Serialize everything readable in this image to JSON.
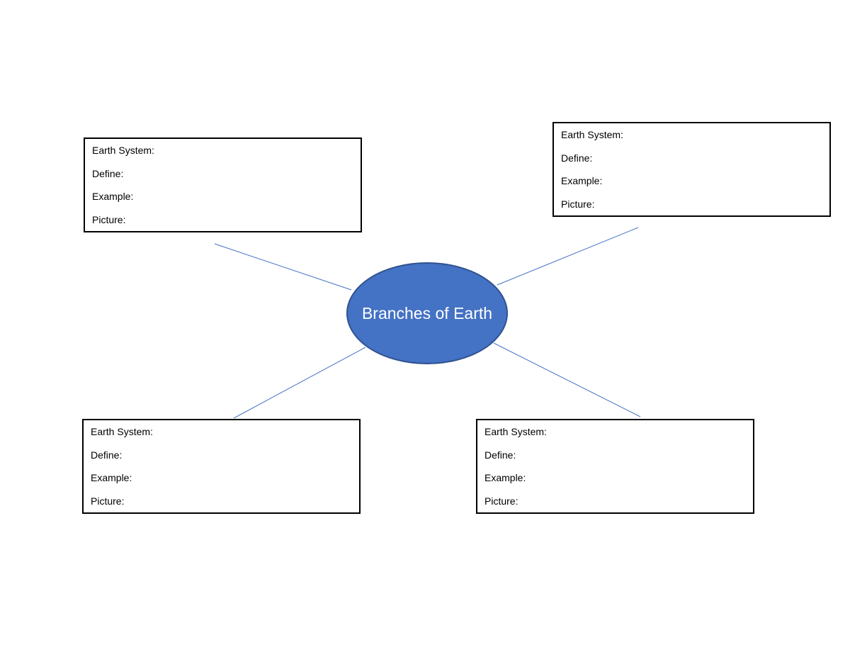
{
  "colors": {
    "center_fill": "#4472c4",
    "center_border": "#2f528f",
    "connector": "#4472c4"
  },
  "center": {
    "label": "Branches of Earth"
  },
  "boxes": {
    "top_left": {
      "earth_system": "Earth System:",
      "define": "Define:",
      "example": "Example:",
      "picture": "Picture:"
    },
    "top_right": {
      "earth_system": "Earth System:",
      "define": "Define:",
      "example": "Example:",
      "picture": "Picture:"
    },
    "bottom_left": {
      "earth_system": "Earth System:",
      "define": "Define:",
      "example": "Example:",
      "picture": "Picture:"
    },
    "bottom_right": {
      "earth_system": "Earth System:",
      "define": "Define:",
      "example": "Example:",
      "picture": "Picture:"
    }
  }
}
